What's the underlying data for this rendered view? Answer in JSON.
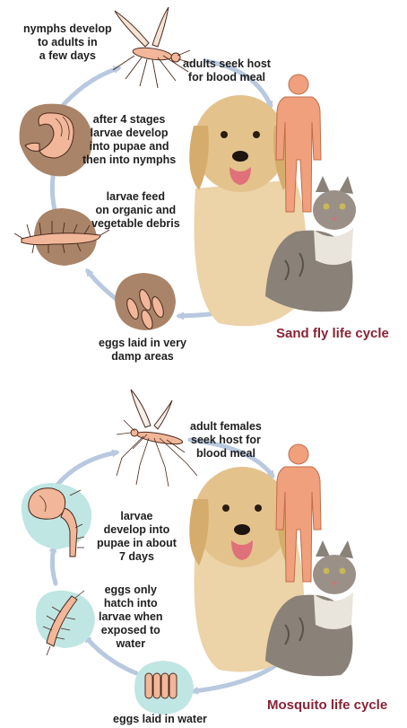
{
  "sand_fly": {
    "title": "Sand fly life cycle",
    "stages": {
      "nymphs": [
        "nymphs develop",
        "to adults in",
        "a few days"
      ],
      "adults": [
        "adults seek host",
        "for blood meal"
      ],
      "pupae": [
        "after 4 stages",
        "larvae develop",
        "into pupae and",
        "then into nymphs"
      ],
      "larvae": [
        "larvae feed",
        "on organic and",
        "vegetable debris"
      ],
      "eggs": [
        "eggs laid in very",
        "damp areas"
      ]
    }
  },
  "mosquito": {
    "title": "Mosquito life cycle",
    "stages": {
      "adults": [
        "adult females",
        "seek host for",
        "blood meal"
      ],
      "pupae": [
        "larvae",
        "develop into",
        "pupae in about",
        "7 days"
      ],
      "larvae": [
        "eggs only",
        "hatch into",
        "larvae when",
        "exposed to",
        "water"
      ],
      "eggs": [
        "eggs laid in water"
      ]
    }
  },
  "colors": {
    "title": "#8a2236",
    "arrow": "#b8c9df",
    "insect_fill": "#f2b79a",
    "insect_stroke": "#4a2a1e",
    "sandfly_blob": "#a98468",
    "mosquito_blob": "#bfe6e3",
    "human": "#f0a07c",
    "dog": "#e3c28c",
    "cat": "#8a8178"
  },
  "icons": [
    "sand-fly-icon",
    "mosquito-icon",
    "human-icon",
    "dog-icon",
    "cat-icon",
    "egg-cluster-icon",
    "larva-icon",
    "pupa-icon"
  ]
}
